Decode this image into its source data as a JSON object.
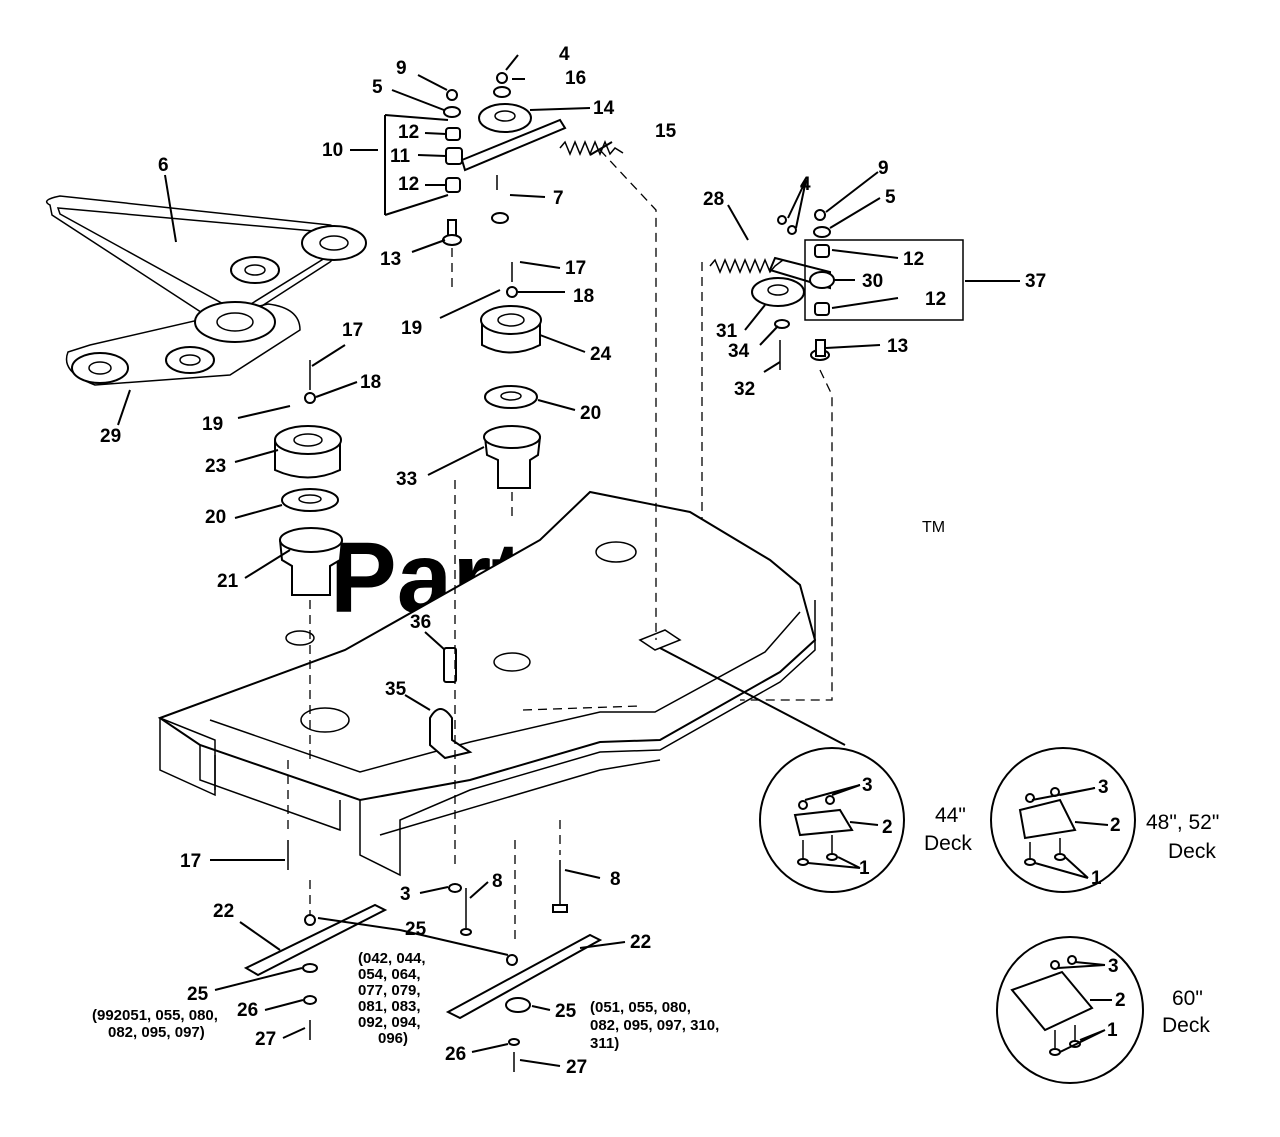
{
  "watermark": {
    "text": "PartsTree",
    "trademark": "TM"
  },
  "callouts": {
    "c9a": "9",
    "c4a": "4",
    "c5a": "5",
    "c16": "16",
    "c14": "14",
    "c12a": "12",
    "c10": "10",
    "c11": "11",
    "c15": "15",
    "c12b": "12",
    "c7": "7",
    "c13a": "13",
    "c6": "6",
    "c4b": "4",
    "c9b": "9",
    "c28": "28",
    "c5b": "5",
    "c12c": "12",
    "c37": "37",
    "c30": "30",
    "c12d": "12",
    "c31": "31",
    "c34": "34",
    "c13b": "13",
    "c32": "32",
    "c17a": "17",
    "c18a": "18",
    "c19a": "19",
    "c24": "24",
    "c17b": "17",
    "c18b": "18",
    "c29": "29",
    "c19b": "19",
    "c20a": "20",
    "c23": "23",
    "c33": "33",
    "c20b": "20",
    "c21": "21",
    "c36": "36",
    "c35": "35",
    "c17c": "17",
    "c3": "3",
    "c8a": "8",
    "c8b": "8",
    "c22a": "22",
    "c25a": "25",
    "c22b": "22",
    "c25b": "25",
    "c26a": "26",
    "c27a": "27",
    "c25c": "25",
    "c26b": "26",
    "c27b": "27",
    "d1_3": "3",
    "d1_2": "2",
    "d1_1": "1",
    "d2_3": "3",
    "d2_2": "2",
    "d2_1": "1",
    "d3_3": "3",
    "d3_2": "2",
    "d3_1": "1"
  },
  "notes": {
    "left_1": "(992051, 055, 080,",
    "left_2": "082, 095, 097)",
    "mid_1": "(042, 044,",
    "mid_2": "054, 064,",
    "mid_3": "077, 079,",
    "mid_4": "081, 083,",
    "mid_5": "092, 094,",
    "mid_6": "096)",
    "right_1": "(051, 055, 080,",
    "right_2": "082, 095, 097, 310,",
    "right_3": "311)"
  },
  "deck_details": {
    "deck1_line1": "44\"",
    "deck1_line2": "Deck",
    "deck2_line1": "48\", 52\"",
    "deck2_line2": "Deck",
    "deck3_line1": "60\"",
    "deck3_line2": "Deck"
  }
}
